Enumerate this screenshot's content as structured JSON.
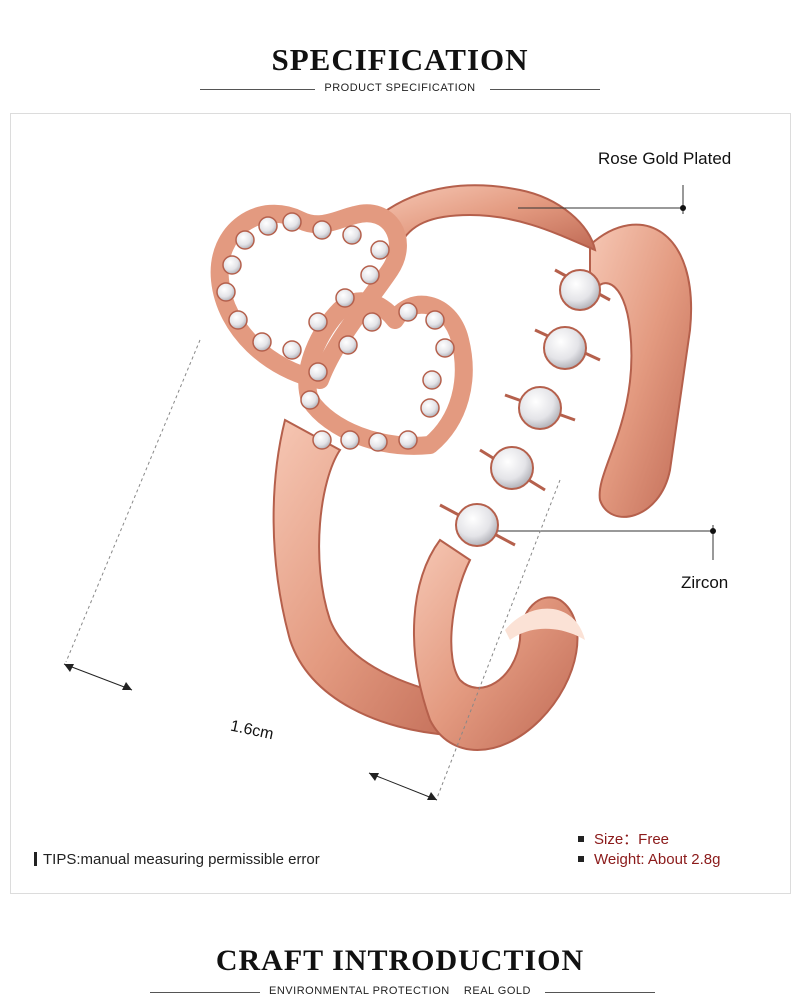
{
  "specification": {
    "title": "SPECIFICATION",
    "subtitle": "PRODUCT SPECIFICATION"
  },
  "callouts": {
    "plating": "Rose Gold Plated",
    "stone": "Zircon",
    "dimension": "1.6cm"
  },
  "tips": "TIPS:manual measuring permissible error",
  "details": {
    "size": "Size：Free",
    "weight": "Weight: About 2.8g"
  },
  "craft": {
    "title": "CRAFT INTRODUCTION",
    "subtitle": "ENVIRONMENTAL PROTECTION    REAL GOLD"
  },
  "colors": {
    "rose_gold": "#e8a48a",
    "rose_gold_dark": "#c2705a",
    "accent_text": "#8b1a1a"
  }
}
